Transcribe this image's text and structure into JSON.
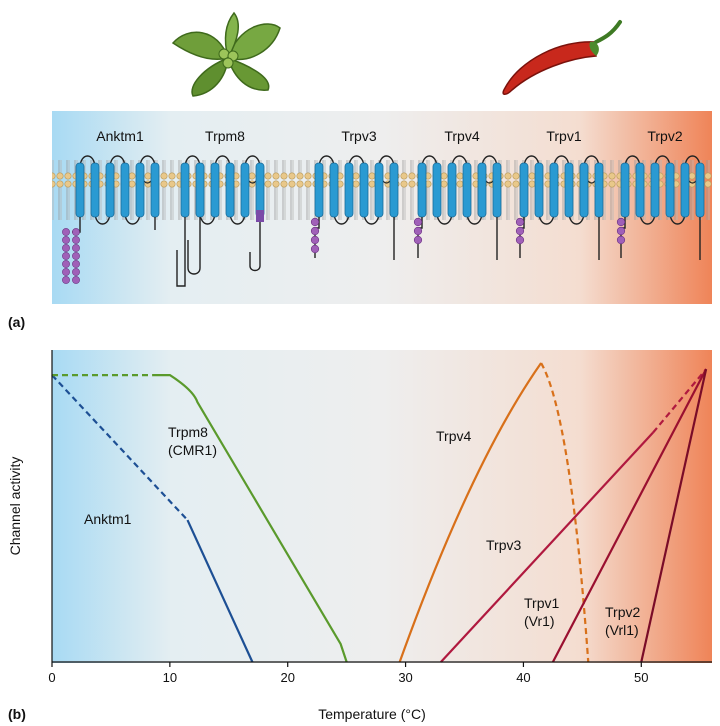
{
  "panel_a": {
    "letter": "(a)",
    "channels": [
      {
        "name": "Anktm1",
        "tail": "long-beads"
      },
      {
        "name": "Trpm8",
        "tail": "long-hook"
      },
      {
        "name": "Trpv3",
        "tail": "beads"
      },
      {
        "name": "Trpv4",
        "tail": "beads"
      },
      {
        "name": "Trpv1",
        "tail": "beads"
      },
      {
        "name": "Trpv2",
        "tail": "beads"
      }
    ],
    "icons": [
      "mint-leaf-icon",
      "chili-pepper-icon"
    ],
    "colors": {
      "cold": "#bfe3f5",
      "neutral": "#eeeeee",
      "hot": "#f08a60",
      "helix": "#2a9ad2",
      "bead": "#a060b8"
    }
  },
  "panel_b": {
    "letter": "(b)"
  },
  "chart_data": {
    "type": "line",
    "xlabel": "Temperature (°C)",
    "ylabel": "Channel activity",
    "xlim": [
      0,
      56
    ],
    "ylim": [
      0,
      1
    ],
    "xticks": [
      0,
      10,
      20,
      30,
      40,
      50
    ],
    "series": [
      {
        "name": "Anktm1",
        "color": "#1d4f94",
        "solid": [
          [
            11.5,
            0.47
          ],
          [
            17,
            0
          ]
        ],
        "dashed": [
          [
            0,
            0.95
          ],
          [
            11.5,
            0.47
          ]
        ]
      },
      {
        "name": "Trpm8\n(CMR1)",
        "color": "#5a9a2c",
        "solid": [
          [
            8.5,
            0.95
          ],
          [
            10,
            0.95
          ],
          [
            12,
            0.9
          ],
          [
            25,
            0
          ]
        ],
        "dashed": [
          [
            0,
            0.95
          ],
          [
            8.5,
            0.95
          ]
        ]
      },
      {
        "name": "Trpv4",
        "color": "#d8701a",
        "solid": [
          [
            29.5,
            0
          ],
          [
            33,
            0.38
          ],
          [
            37,
            0.74
          ],
          [
            41.5,
            0.99
          ]
        ],
        "dashed": [
          [
            41.5,
            0.99
          ],
          [
            44,
            0.82
          ],
          [
            45.5,
            0
          ]
        ]
      },
      {
        "name": "Trpv3",
        "color": "#b0193f",
        "solid": [
          [
            33,
            0
          ],
          [
            51,
            0.76
          ]
        ],
        "dashed": [
          [
            51,
            0.76
          ],
          [
            55.5,
            0.97
          ]
        ]
      },
      {
        "name": "Trpv1\n(Vr1)",
        "color": "#9a1030",
        "solid": [
          [
            42.5,
            0
          ],
          [
            55.5,
            0.97
          ]
        ],
        "dashed": []
      },
      {
        "name": "Trpv2\n(Vrl1)",
        "color": "#7a0c28",
        "solid": [
          [
            50,
            0
          ],
          [
            55.5,
            0.97
          ]
        ],
        "dashed": []
      }
    ],
    "grid": false
  }
}
